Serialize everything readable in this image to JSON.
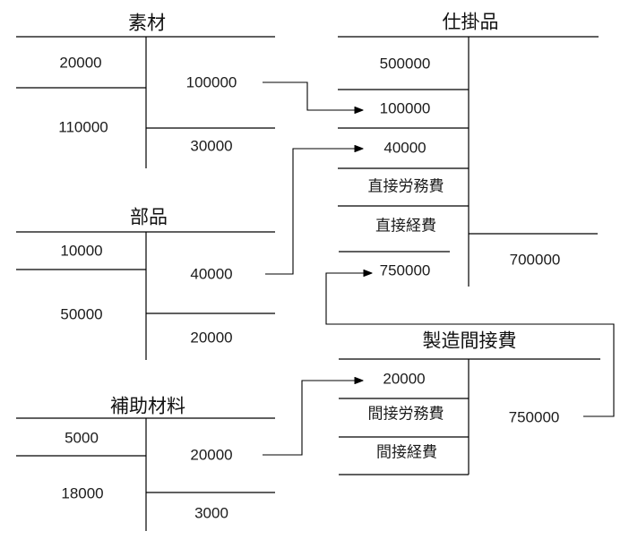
{
  "diagram": {
    "background": "#ffffff",
    "line_color": "#000000",
    "text_color": "#1c1c1c",
    "accounts": {
      "sozai": {
        "title": "素材",
        "debits": [
          "20000",
          "110000"
        ],
        "credits": [
          "100000",
          "30000"
        ]
      },
      "buhin": {
        "title": "部品",
        "debits": [
          "10000",
          "50000"
        ],
        "credits": [
          "40000",
          "20000"
        ]
      },
      "hojo_zairyo": {
        "title": "補助材料",
        "debits": [
          "5000",
          "18000"
        ],
        "credits": [
          "20000",
          "3000"
        ]
      },
      "shikakarihin": {
        "title": "仕掛品",
        "debits": [
          "500000",
          "100000",
          "40000",
          "直接労務費",
          "直接経費",
          "750000"
        ],
        "credits": [
          "700000"
        ]
      },
      "seizo_kansetsuhi": {
        "title": "製造間接費",
        "debits": [
          "20000",
          "間接労務費",
          "間接経費"
        ],
        "credits": [
          "750000"
        ]
      }
    },
    "arrows": [
      {
        "from": "素材 100000",
        "to": "仕掛品 100000"
      },
      {
        "from": "部品 40000",
        "to": "仕掛品 40000"
      },
      {
        "from": "補助材料 20000",
        "to": "製造間接費 20000"
      },
      {
        "from": "製造間接費 750000",
        "to": "仕掛品 750000"
      }
    ]
  }
}
